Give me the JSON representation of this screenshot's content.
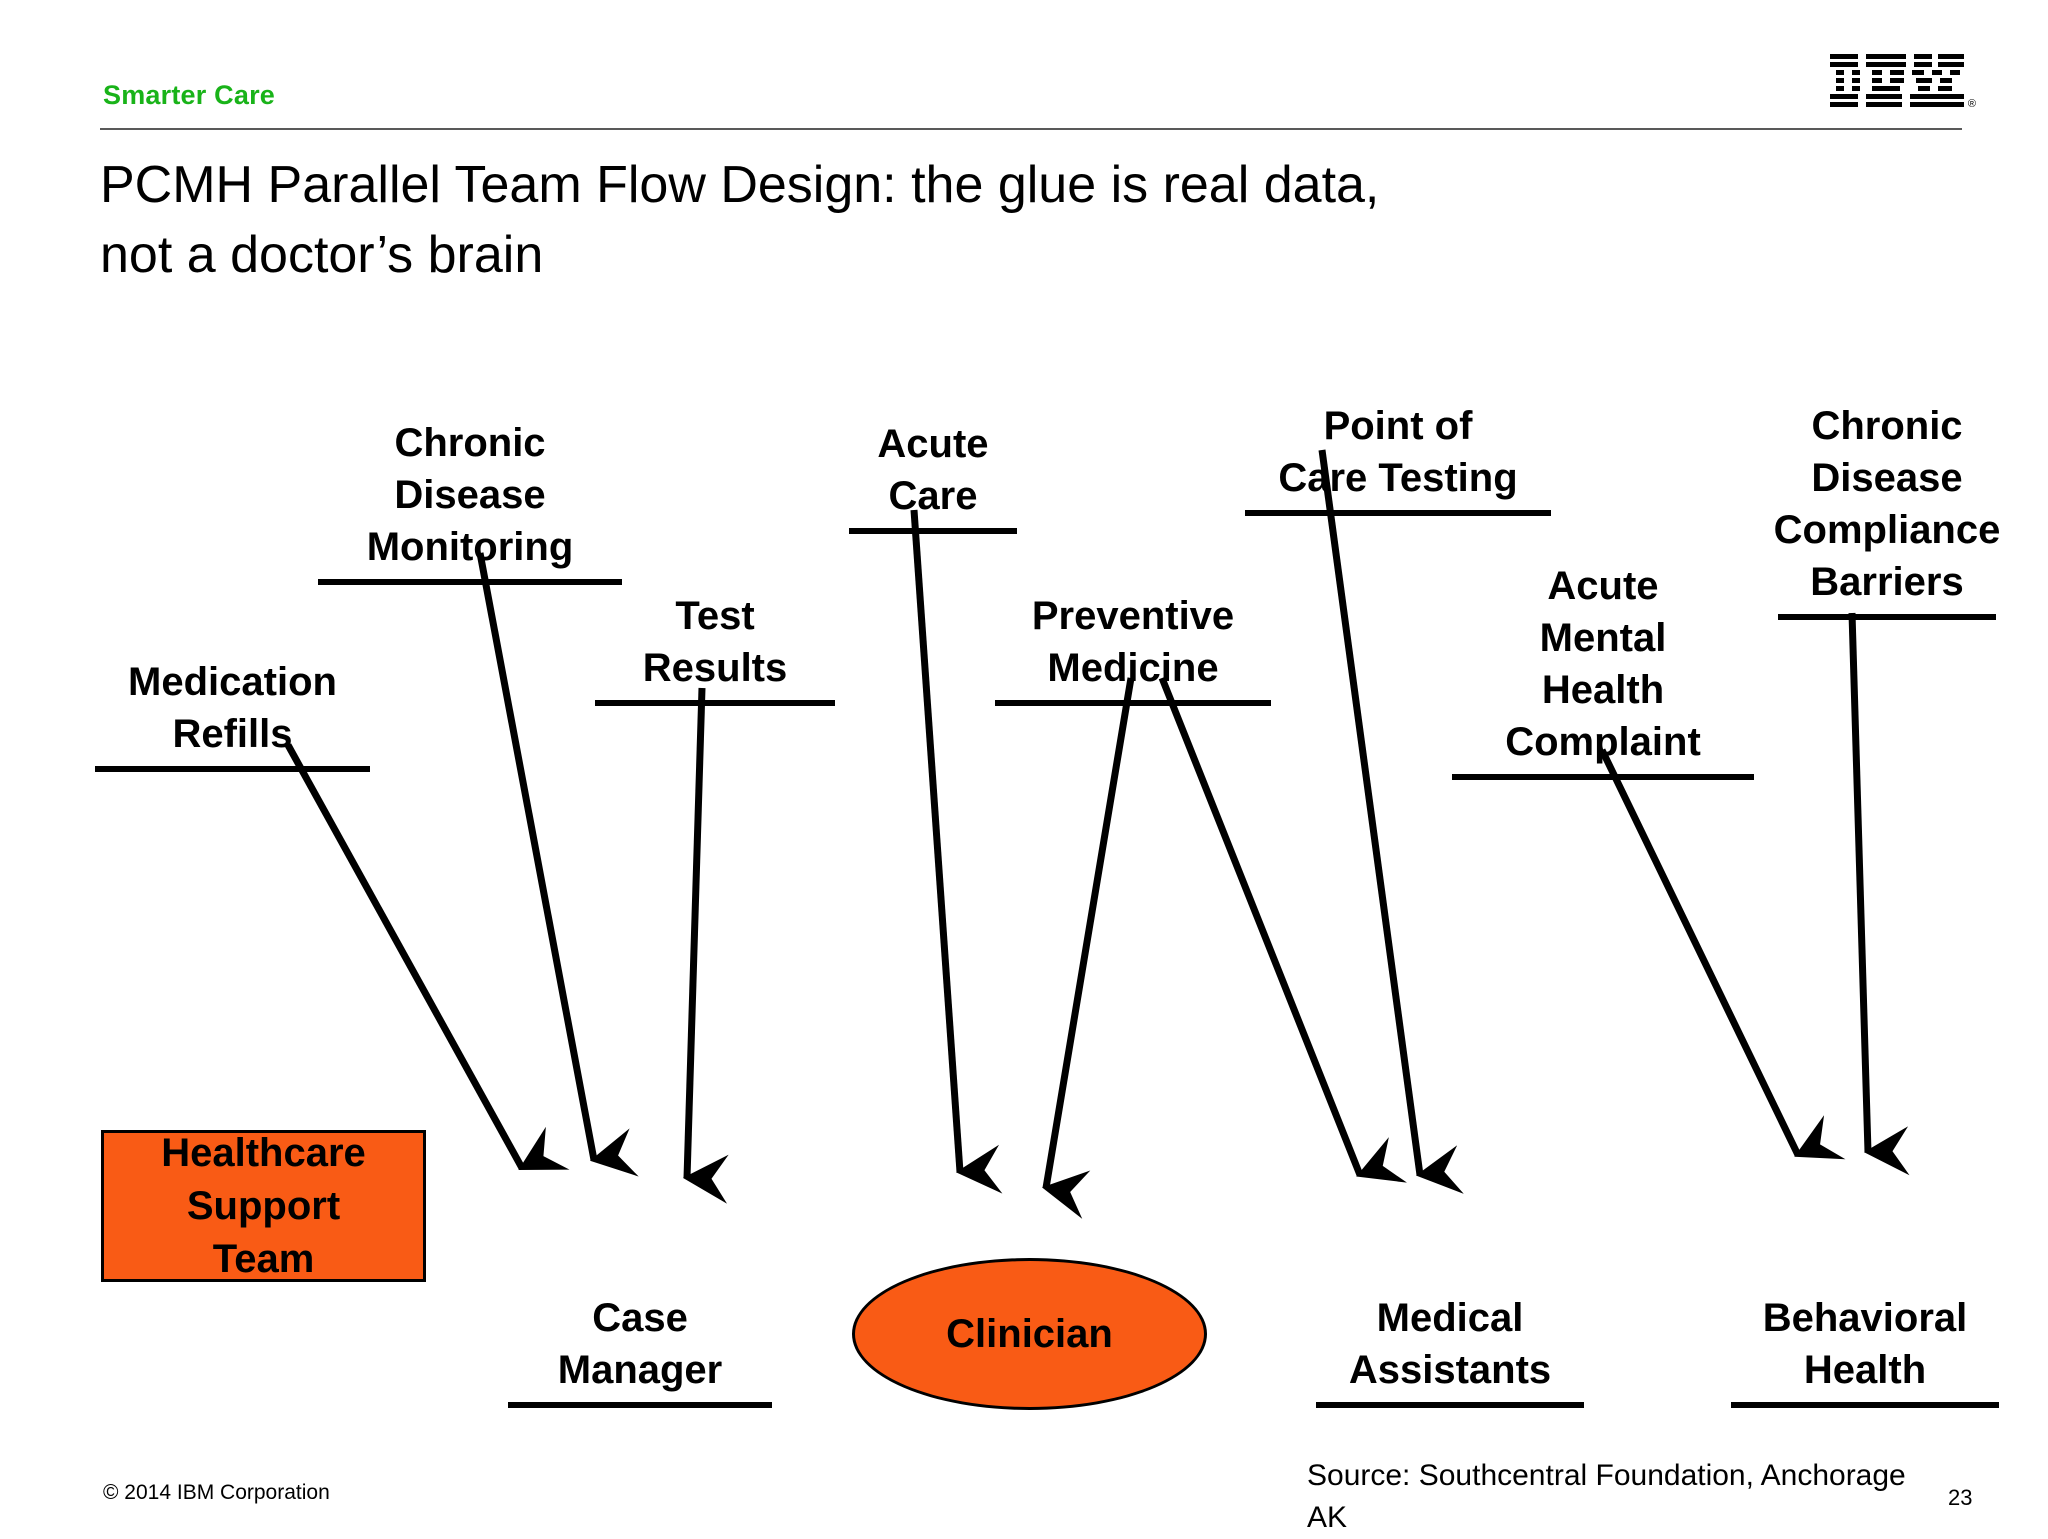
{
  "header": {
    "eyebrow": "Smarter Care",
    "eyebrow_color": "#19b319",
    "logo_name": "IBM",
    "logo_tm": "®"
  },
  "title": "PCMH Parallel Team Flow Design: the glue is real data,\nnot a doctor’s brain",
  "diagram": {
    "accent_color": "#F95B15",
    "source_nodes": [
      {
        "id": "chronic-disease-monitoring",
        "label": "Chronic\nDisease\nMonitoring"
      },
      {
        "id": "medication-refills",
        "label": "Medication\nRefills"
      },
      {
        "id": "test-results",
        "label": "Test\nResults"
      },
      {
        "id": "acute-care",
        "label": "Acute\nCare"
      },
      {
        "id": "preventive-medicine",
        "label": "Preventive\nMedicine"
      },
      {
        "id": "point-of-care-testing",
        "label": "Point of\nCare Testing"
      },
      {
        "id": "acute-mental-health-complaint",
        "label": "Acute\nMental\nHealth\nComplaint"
      },
      {
        "id": "chronic-disease-compliance-barriers",
        "label": "Chronic\nDisease\nCompliance\nBarriers"
      }
    ],
    "target_nodes": [
      {
        "id": "healthcare-support-team",
        "label": "Healthcare\nSupport\nTeam",
        "shape": "rect",
        "filled": true
      },
      {
        "id": "case-manager",
        "label": "Case\nManager",
        "shape": "text",
        "filled": false
      },
      {
        "id": "clinician",
        "label": "Clinician",
        "shape": "ellipse",
        "filled": true
      },
      {
        "id": "medical-assistants",
        "label": "Medical\nAssistants",
        "shape": "text",
        "filled": false
      },
      {
        "id": "behavioral-health",
        "label": "Behavioral\nHealth",
        "shape": "text",
        "filled": false
      }
    ],
    "edges": [
      {
        "from": "medication-refills",
        "to": "case-manager"
      },
      {
        "from": "chronic-disease-monitoring",
        "to": "case-manager"
      },
      {
        "from": "test-results",
        "to": "case-manager"
      },
      {
        "from": "acute-care",
        "to": "clinician"
      },
      {
        "from": "preventive-medicine",
        "to": "clinician"
      },
      {
        "from": "preventive-medicine",
        "to": "medical-assistants"
      },
      {
        "from": "point-of-care-testing",
        "to": "medical-assistants"
      },
      {
        "from": "acute-mental-health-complaint",
        "to": "behavioral-health"
      },
      {
        "from": "chronic-disease-compliance-barriers",
        "to": "behavioral-health"
      }
    ]
  },
  "footer": {
    "copyright": "© 2014 IBM Corporation",
    "source": "Source: Southcentral Foundation, Anchorage\nAK",
    "page_number": "23"
  }
}
